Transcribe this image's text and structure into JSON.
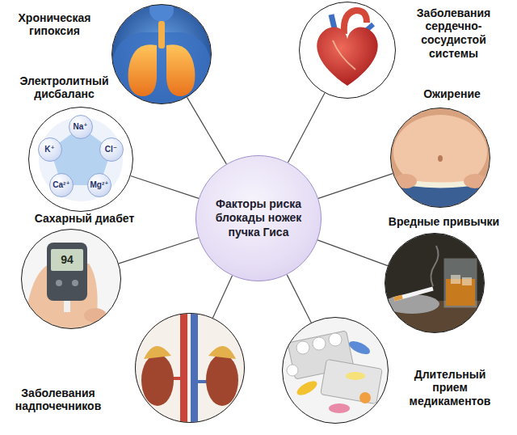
{
  "diagram": {
    "nodes": [
      {
        "text": [
          "Факторы риска блокады ножек пучка Гиса"
        ]
      },
      {
        "text": [
          "Хроническая гипоксия"
        ]
      },
      {
        "text": [
          "Заболевания сердечно-сосудистой системы"
        ]
      },
      {
        "text": [
          "Ожирение"
        ]
      },
      {
        "text": [
          "Вредные привычки"
        ]
      },
      {
        "text": [
          "Длительный прием медикаментов"
        ]
      },
      {
        "text": [
          "Заболевания надпочечников"
        ]
      },
      {
        "text": [
          "Сахарный диабет"
        ]
      },
      {
        "text": [
          "Электролитный дисбаланс"
        ]
      },
      {
        "text": [
          "Na⁺"
        ],
        "in": 8
      },
      {
        "text": [
          "Cl⁻"
        ],
        "in": 8
      },
      {
        "text": [
          "Mg²⁺"
        ],
        "in": 8
      },
      {
        "text": [
          "Ca²⁺"
        ],
        "in": 8
      },
      {
        "text": [
          "K⁺"
        ],
        "in": 8
      }
    ],
    "edges": [
      {
        "from": 0,
        "to": 1,
        "arrow": "none"
      },
      {
        "from": 0,
        "to": 2,
        "arrow": "none"
      },
      {
        "from": 0,
        "to": 3,
        "arrow": "none"
      },
      {
        "from": 0,
        "to": 4,
        "arrow": "none"
      },
      {
        "from": 0,
        "to": 5,
        "arrow": "none"
      },
      {
        "from": 0,
        "to": 6,
        "arrow": "none"
      },
      {
        "from": 0,
        "to": 7,
        "arrow": "none"
      },
      {
        "from": 0,
        "to": 8,
        "arrow": "none"
      }
    ],
    "labels": [
      "94"
    ]
  }
}
